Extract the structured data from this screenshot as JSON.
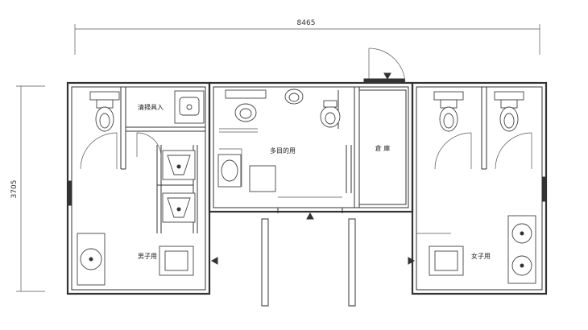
{
  "dimensions": {
    "width": "8465",
    "height": "3705"
  },
  "rooms": {
    "cleaning": "清掃具入",
    "multipurpose": "多目的用",
    "storage": "倉 庫",
    "mens": "男子用",
    "womens": "女子用"
  },
  "icons": {
    "toilet": "toilet-icon",
    "urinal": "urinal-icon",
    "sink": "sink-icon",
    "entrance_arrow": "entrance-arrow-icon"
  },
  "colors": {
    "line": "#333333",
    "background": "#ffffff"
  }
}
